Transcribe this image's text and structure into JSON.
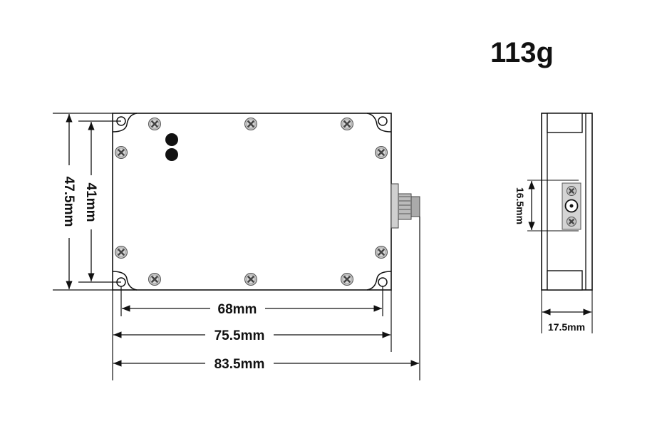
{
  "weight": "113g",
  "dimensions": {
    "height_outer": "47.5mm",
    "height_inner": "41mm",
    "width_holes": "68mm",
    "width_body": "75.5mm",
    "width_total": "83.5mm",
    "side_connector_span": "16.5mm",
    "side_thickness": "17.5mm"
  },
  "colors": {
    "line": "#111111",
    "screw": "#bdbdbd",
    "body": "#ffffff"
  }
}
